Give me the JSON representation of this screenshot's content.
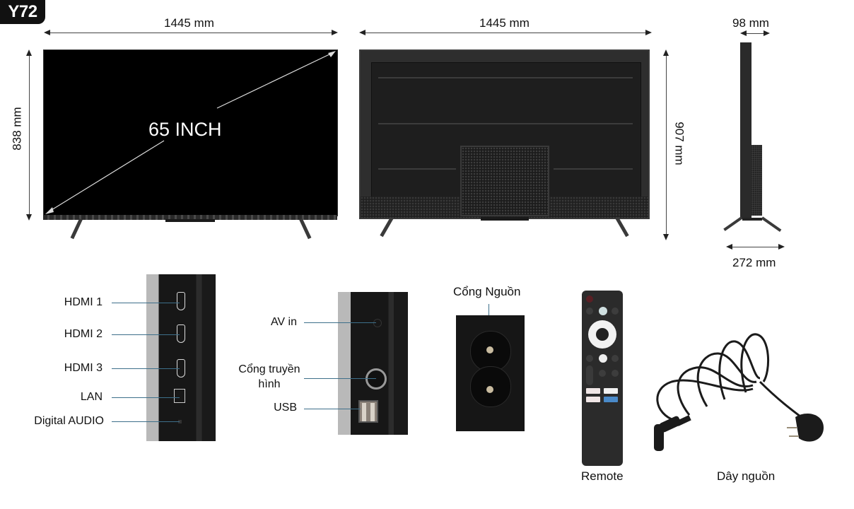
{
  "model_badge": "Y72",
  "front_view": {
    "width_label": "1445 mm",
    "height_label": "838 mm",
    "screen_size_label": "65 INCH"
  },
  "back_view": {
    "width_label": "1445 mm",
    "height_label": "907 mm"
  },
  "side_view": {
    "depth_label": "98 mm",
    "stand_depth_label": "272 mm"
  },
  "ports_panel_1": {
    "ports": [
      {
        "label": "HDMI 1",
        "type": "hdmi"
      },
      {
        "label": "HDMI 2",
        "type": "hdmi"
      },
      {
        "label": "HDMI 3",
        "type": "hdmi"
      },
      {
        "label": "LAN",
        "type": "lan"
      },
      {
        "label": "Digital AUDIO",
        "type": "optical"
      }
    ]
  },
  "ports_panel_2": {
    "ports": [
      {
        "label": "AV in",
        "type": "av"
      },
      {
        "label_line1": "Cổng truyền",
        "label_line2": "hình",
        "type": "coax"
      },
      {
        "label": "USB",
        "type": "usb"
      }
    ]
  },
  "power_port": {
    "label": "Cổng Nguồn"
  },
  "accessories": {
    "remote_label": "Remote",
    "power_cord_label": "Dây nguồn"
  },
  "colors": {
    "badge_bg": "#111111",
    "leader_line": "#3d6f8a",
    "dimension_line": "#444444"
  }
}
